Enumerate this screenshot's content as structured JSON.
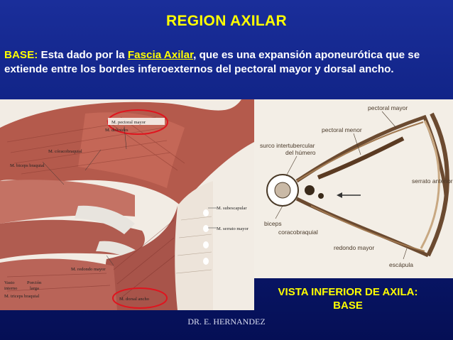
{
  "slide": {
    "title": "REGION AXILAR",
    "base_label": "BASE:",
    "text_1": " Esta dado por la ",
    "fascia": "Fascia Axilar",
    "text_2": ", que es una expansión aponeurótica que se extiende entre los bordes inferoexternos del pectoral mayor y dorsal ancho.",
    "caption": "VISTA INFERIOR DE AXILA: BASE",
    "footer": "DR. E. HERNANDEZ"
  },
  "left_figure": {
    "labels": {
      "pectoral_mayor": "M. pectoral mayor",
      "deltoides": "M. deltoides",
      "coracobraquial": "M. córacobraquial",
      "biceps": "M. biceps braquial",
      "subescapular": "M. subescapular",
      "serrato": "M. serrato mayor",
      "redondo": "M. redondo mayor",
      "dorsal": "M. dorsal ancho",
      "vasto": "Vasto",
      "interno": "interno",
      "porcion": "Porción",
      "larga": "larga",
      "triceps": "M. triceps braquial"
    },
    "highlight_color": "#e0141e"
  },
  "right_figure": {
    "labels": {
      "pectoral_mayor": "pectoral mayor",
      "pectoral_menor": "pectoral menor",
      "surco_1": "surco intertubercular",
      "surco_2": "del húmero",
      "serrato": "serrato anterior",
      "biceps": "biceps",
      "coracobraquial": "coracobraquial",
      "redondo": "redondo mayor",
      "escapula": "escápula"
    }
  },
  "colors": {
    "title": "#ffff00",
    "background": "#0d1f7e",
    "text": "#ffffff"
  }
}
